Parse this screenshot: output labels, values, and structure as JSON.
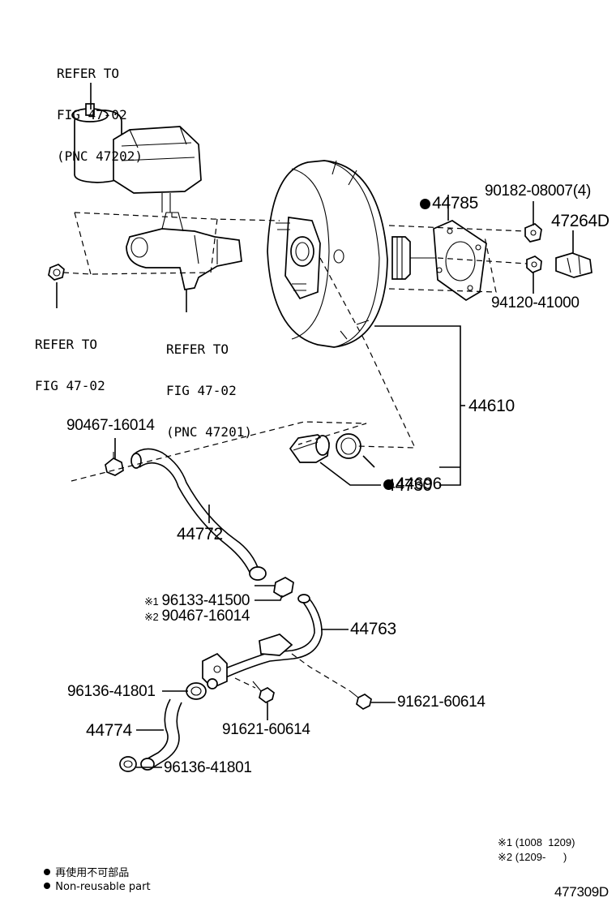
{
  "diagram": {
    "refer_master_cylinder_reservoir": [
      "REFER TO",
      "FIG 47-02",
      "(PNC 47202)"
    ],
    "refer_left": [
      "REFER TO",
      "FIG 47-02"
    ],
    "refer_master_cylinder": [
      "REFER TO",
      "FIG 47-02",
      "(PNC 47201)"
    ],
    "parts": {
      "p44785": "44785",
      "p90182": "90182-08007(4)",
      "p47264D": "47264D",
      "p94120": "94120-41000",
      "p44610": "44610",
      "p90467_top": "90467-16014",
      "p44696": "44696",
      "p44730": "44730",
      "p44772": "44772",
      "p96133": "96133-41500",
      "p90467_mid": "90467-16014",
      "p44763": "44763",
      "p96136_a": "96136-41801",
      "p91621_right": "91621-60614",
      "p44774": "44774",
      "p91621_bottom": "91621-60614",
      "p96136_b": "96136-41801"
    },
    "markers": {
      "note1": "※1",
      "note2": "※2"
    }
  },
  "footnotes": {
    "note1_text": "※1 (1008  1209)",
    "note2_text": "※2 (1209-      )",
    "legend_jp": "再使用不可部品",
    "legend_en": "Non-reusable part",
    "figure_id": "477309D"
  },
  "colors": {
    "ink": "#000000",
    "paper": "#ffffff"
  },
  "icons": {
    "non_reusable_marker": "filled-circle-icon"
  }
}
